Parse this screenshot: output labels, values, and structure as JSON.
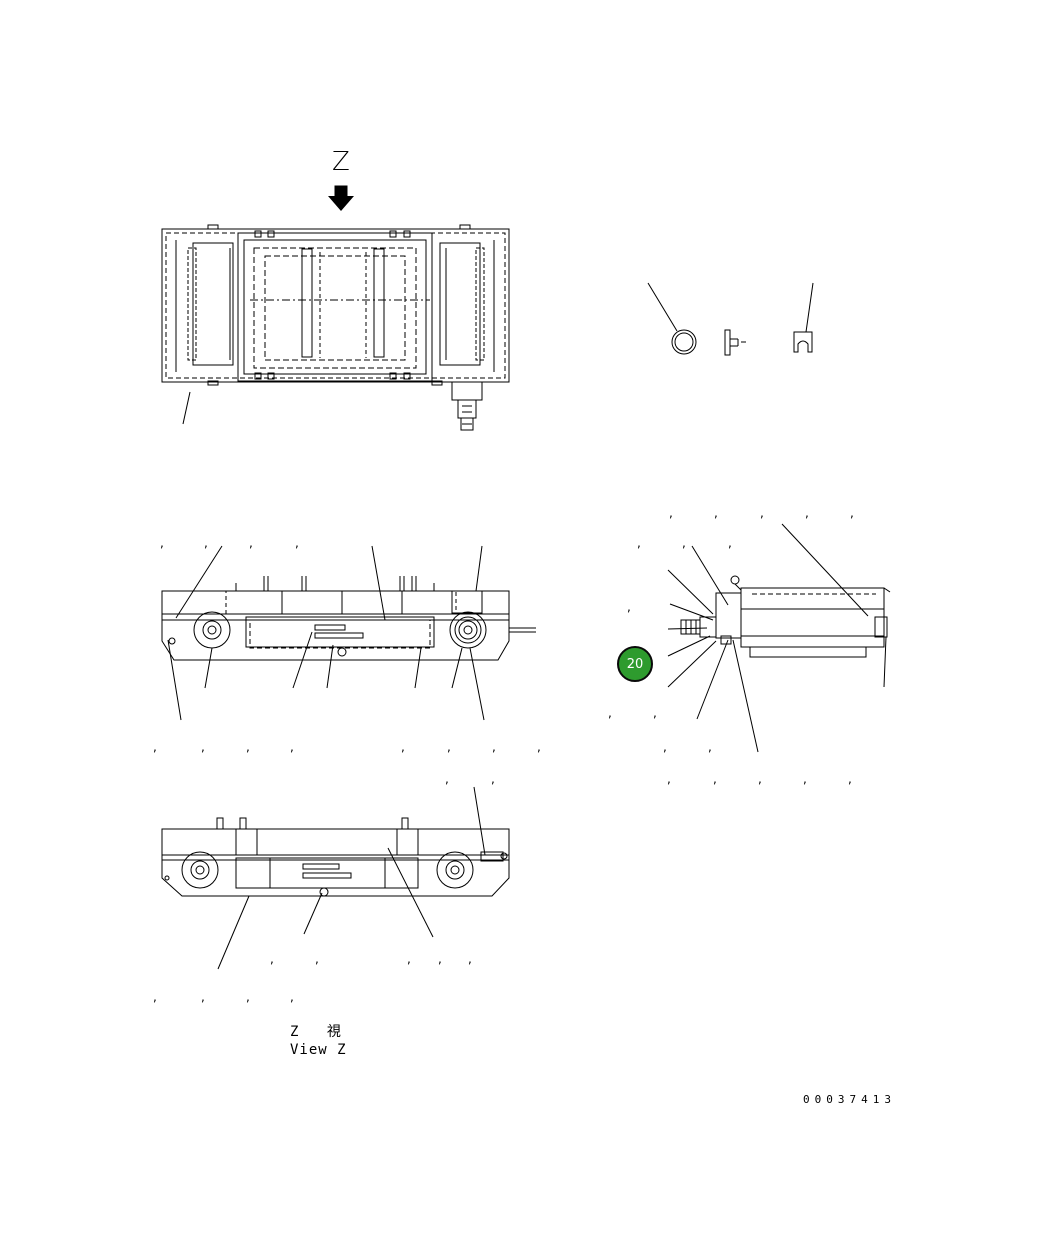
{
  "view_arrow_label": "Z",
  "view_caption": {
    "jp": "Z 視",
    "en": "View Z"
  },
  "drawing_number": "00037413",
  "callouts": [
    {
      "number": "20",
      "color": "#2e9b2e"
    }
  ],
  "colors": {
    "line": "#000000",
    "background": "#ffffff",
    "callout_fill": "#2e9b2e"
  }
}
